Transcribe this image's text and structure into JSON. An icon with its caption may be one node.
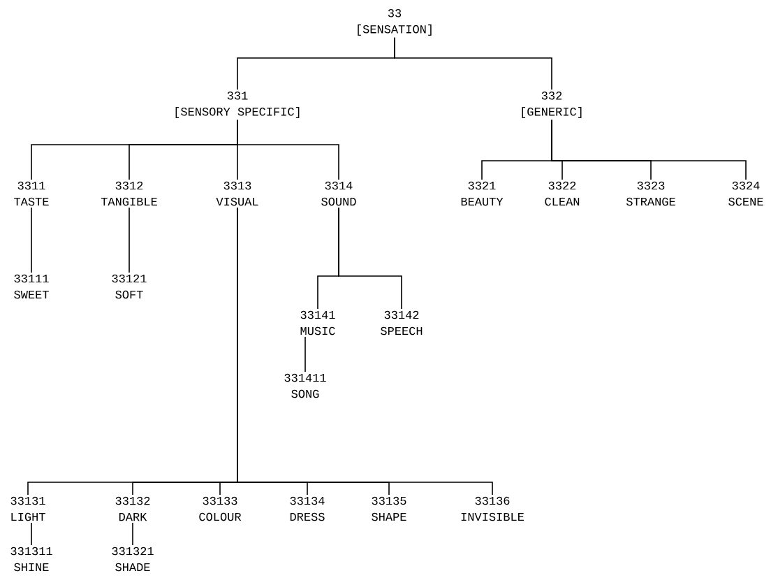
{
  "diagram": {
    "nodes": [
      {
        "text": [
          "33",
          "[SENSATION]"
        ]
      },
      {
        "text": [
          "331",
          "[SENSORY SPECIFIC]"
        ]
      },
      {
        "text": [
          "332",
          "[GENERIC]"
        ]
      },
      {
        "text": [
          "3311",
          "TASTE"
        ]
      },
      {
        "text": [
          "3312",
          "TANGIBLE"
        ]
      },
      {
        "text": [
          "3313",
          "VISUAL"
        ]
      },
      {
        "text": [
          "3314",
          "SOUND"
        ]
      },
      {
        "text": [
          "3321",
          "BEAUTY"
        ]
      },
      {
        "text": [
          "3322",
          "CLEAN"
        ]
      },
      {
        "text": [
          "3323",
          "STRANGE"
        ]
      },
      {
        "text": [
          "3324",
          "SCENE"
        ]
      },
      {
        "text": [
          "33111",
          "SWEET"
        ]
      },
      {
        "text": [
          "33121",
          "SOFT"
        ]
      },
      {
        "text": [
          "33141",
          "MUSIC"
        ]
      },
      {
        "text": [
          "33142",
          "SPEECH"
        ]
      },
      {
        "text": [
          "331411",
          "SONG"
        ]
      },
      {
        "text": [
          "33131",
          "LIGHT"
        ]
      },
      {
        "text": [
          "33132",
          "DARK"
        ]
      },
      {
        "text": [
          "33133",
          "COLOUR"
        ]
      },
      {
        "text": [
          "33134",
          "DRESS"
        ]
      },
      {
        "text": [
          "33135",
          "SHAPE"
        ]
      },
      {
        "text": [
          "33136",
          "INVISIBLE"
        ]
      },
      {
        "text": [
          "331311",
          "SHINE"
        ]
      },
      {
        "text": [
          "331321",
          "SHADE"
        ]
      }
    ],
    "edges": [
      {
        "from": 0,
        "to": 1,
        "arrow": "none"
      },
      {
        "from": 0,
        "to": 2,
        "arrow": "none"
      },
      {
        "from": 1,
        "to": 3,
        "arrow": "none"
      },
      {
        "from": 1,
        "to": 4,
        "arrow": "none"
      },
      {
        "from": 1,
        "to": 5,
        "arrow": "none"
      },
      {
        "from": 1,
        "to": 6,
        "arrow": "none"
      },
      {
        "from": 2,
        "to": 7,
        "arrow": "none"
      },
      {
        "from": 2,
        "to": 8,
        "arrow": "none"
      },
      {
        "from": 2,
        "to": 9,
        "arrow": "none"
      },
      {
        "from": 2,
        "to": 10,
        "arrow": "none"
      },
      {
        "from": 3,
        "to": 11,
        "arrow": "none"
      },
      {
        "from": 4,
        "to": 12,
        "arrow": "none"
      },
      {
        "from": 6,
        "to": 13,
        "arrow": "none"
      },
      {
        "from": 6,
        "to": 14,
        "arrow": "none"
      },
      {
        "from": 13,
        "to": 15,
        "arrow": "none"
      },
      {
        "from": 5,
        "to": 16,
        "arrow": "none"
      },
      {
        "from": 5,
        "to": 17,
        "arrow": "none"
      },
      {
        "from": 5,
        "to": 18,
        "arrow": "none"
      },
      {
        "from": 5,
        "to": 19,
        "arrow": "none"
      },
      {
        "from": 5,
        "to": 20,
        "arrow": "none"
      },
      {
        "from": 5,
        "to": 21,
        "arrow": "none"
      },
      {
        "from": 16,
        "to": 22,
        "arrow": "none"
      },
      {
        "from": 17,
        "to": 23,
        "arrow": "none"
      }
    ]
  }
}
